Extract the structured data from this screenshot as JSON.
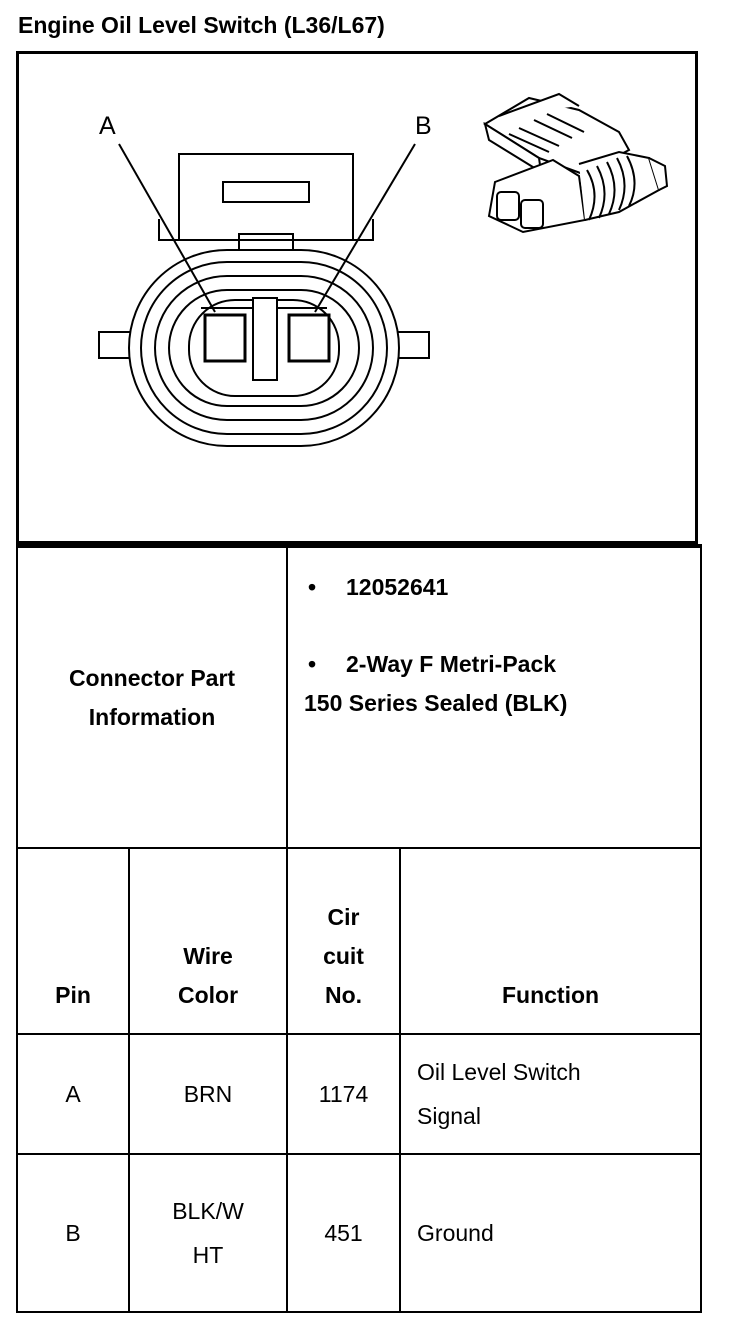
{
  "title": "Engine Oil Level Switch (L36/L67)",
  "diagram": {
    "pin_a_label": "A",
    "pin_b_label": "B"
  },
  "connector_info": {
    "label_line1": "Connector Part",
    "label_line2": "Information",
    "bullet": "•",
    "part_number": "12052641",
    "description_line1": "2-Way F Metri-Pack",
    "description_line2": "150 Series Sealed (BLK)"
  },
  "pin_table": {
    "headers": {
      "pin": "Pin",
      "wire_color_line1": "Wire",
      "wire_color_line2": "Color",
      "circuit_line1": "Cir",
      "circuit_line2": "cuit",
      "circuit_line3": "No.",
      "function": "Function"
    },
    "rows": [
      {
        "pin": "A",
        "wire_color_line1": "BRN",
        "wire_color_line2": "",
        "circuit": "1174",
        "function_line1": "Oil Level Switch",
        "function_line2": "Signal"
      },
      {
        "pin": "B",
        "wire_color_line1": "BLK/W",
        "wire_color_line2": "HT",
        "circuit": "451",
        "function_line1": "Ground",
        "function_line2": ""
      }
    ]
  }
}
